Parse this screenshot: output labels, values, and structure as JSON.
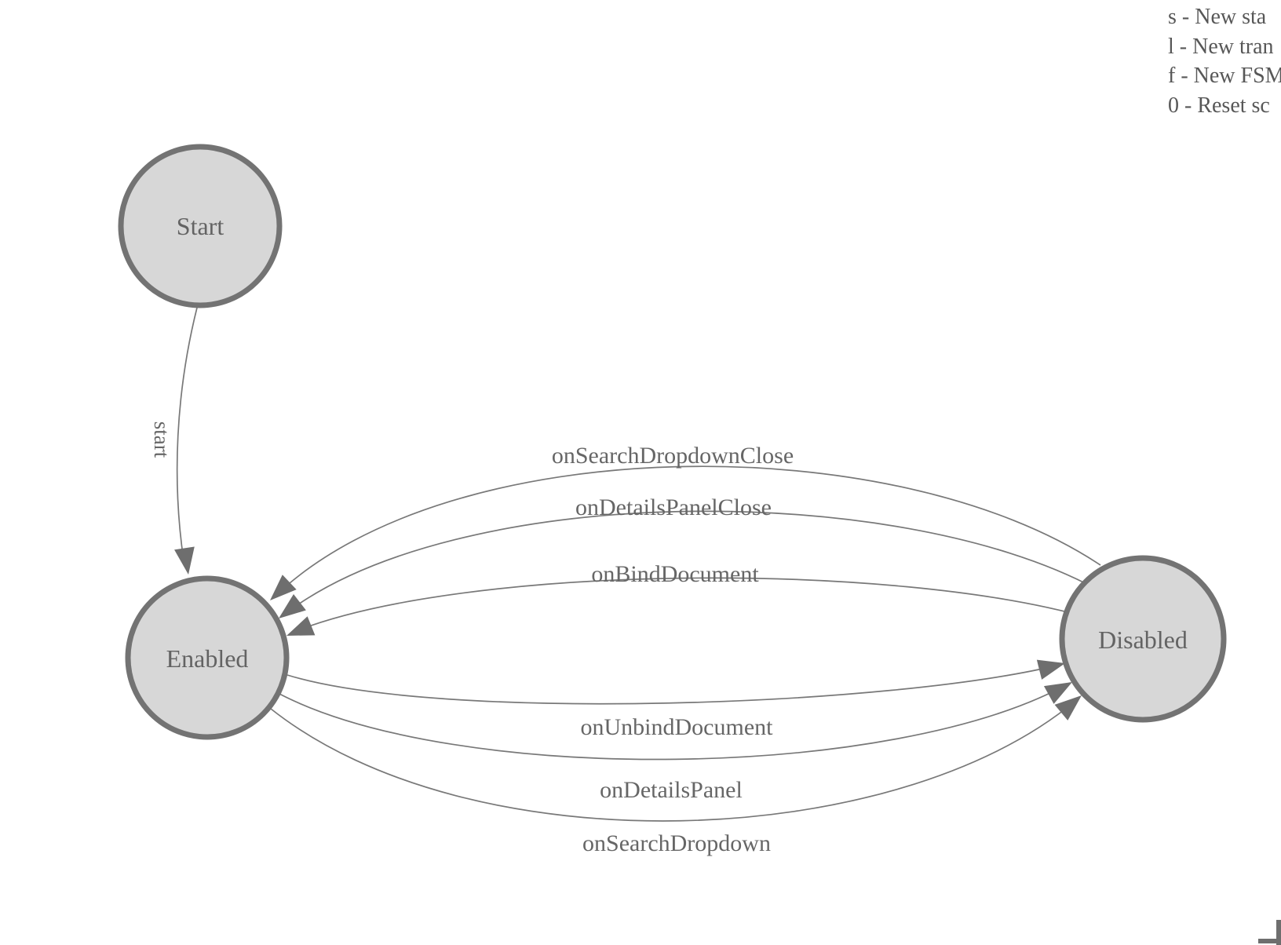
{
  "diagram": {
    "nodes": [
      {
        "id": "start",
        "label": "Start"
      },
      {
        "id": "enabled",
        "label": "Enabled"
      },
      {
        "id": "disabled",
        "label": "Disabled"
      }
    ],
    "edges": [
      {
        "from": "Start",
        "to": "Enabled",
        "label": "start"
      },
      {
        "from": "Disabled",
        "to": "Enabled",
        "label": "onSearchDropdownClose"
      },
      {
        "from": "Disabled",
        "to": "Enabled",
        "label": "onDetailsPanelClose"
      },
      {
        "from": "Disabled",
        "to": "Enabled",
        "label": "onBindDocument"
      },
      {
        "from": "Enabled",
        "to": "Disabled",
        "label": "onUnbindDocument"
      },
      {
        "from": "Enabled",
        "to": "Disabled",
        "label": "onDetailsPanel"
      },
      {
        "from": "Enabled",
        "to": "Disabled",
        "label": "onSearchDropdown"
      }
    ]
  },
  "legend": {
    "lines": [
      "s - New sta",
      "l - New tran",
      "f - New FSM",
      "0 - Reset sc"
    ]
  },
  "colors": {
    "node_fill": "#d7d7d7",
    "node_stroke": "#737373",
    "edge_stroke": "#787878",
    "arrowhead": "#6e6e6e",
    "label_text": "#666666",
    "legend_text": "#575757",
    "background": "#ffffff"
  }
}
